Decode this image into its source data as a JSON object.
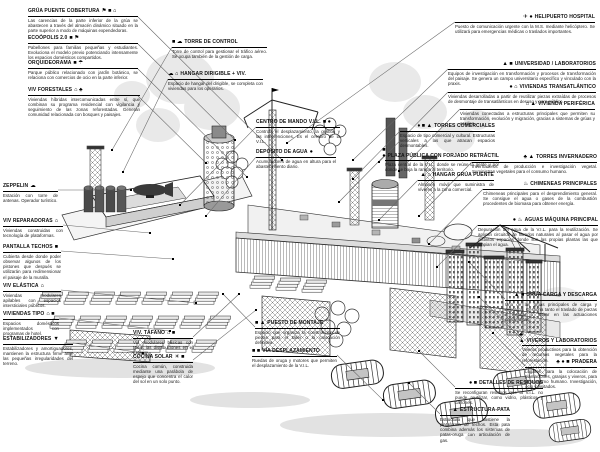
{
  "diagram": {
    "subject": "V.I.L. maquina-ciudad axonometria anotada",
    "style_colors": {
      "ink": "#000000",
      "line": "#666666",
      "paper": "#ffffff",
      "cloud": "#e9e9e9"
    }
  },
  "labels": [
    {
      "title": "GRÚA PUENTE COBERTURA",
      "icons": "⚑ ■ ⌂",
      "icons_desc": "crane-icon,box-icon,house-icon",
      "body": "Las carencias de la parte inferior de la grúa se abastecen a través del almacén dinámico situado en la parte superior a modo de máquinas expendedoras."
    },
    {
      "title": "ECOÓPOLIS 2.0",
      "icons": "■ ⚑",
      "icons_desc": "pavilion-icon,flag-icon",
      "body": "Pabellones para familias pequeñas y estudiantes. Evoluciona el modelo previo potenciando intensamente los espacios domésticos compartidos."
    },
    {
      "title": "ORQUIDEORAMA",
      "icons": "■ ☂",
      "icons_desc": "park-icon,canopy-icon",
      "body": "Parque público relacionado con jardín botánico, se relaciona con comercios de ocio en la parte inferior."
    },
    {
      "title": "VIV FORESTALES",
      "icons": "⌂ ♣",
      "icons_desc": "house-icon,tree-icon",
      "body": "Viviendas híbridas intercomunicadas entre sí, que combinan su programa residencial con vigilancia y seguimiento de las zonas reforestadas. Generan comunidad relacionada con bosques y paisajes."
    },
    {
      "title": "ZEPPELIN",
      "icons": "☁",
      "icons_desc": "airship-icon",
      "body": "Estación con torre de antenas. Operador turístico."
    },
    {
      "title": "VIV REPARADORAS",
      "icons": "⌂",
      "icons_desc": "house-icon",
      "body": "Viviendas construidas con tecnología de plataformas."
    },
    {
      "title": "PANTALLA TECHOS",
      "icons": "■",
      "icons_desc": "roof-icon",
      "body": "Cubierta desde donde poder observar algunos de los pistones que después se utilizarán para redimensionar el paisaje de la muralla."
    },
    {
      "title": "VIV ELÁSTICA",
      "icons": "⌂",
      "icons_desc": "house-icon",
      "body": "Viviendas modulares apilables con espacios intersticiales públicos."
    },
    {
      "title": "VIVIENDAS TIPO",
      "icons": "⌂ ■",
      "icons_desc": "house-icon,slab-icon",
      "body": "Espacios domésticos implementados con programas de hotel."
    },
    {
      "title": "ESTABILIZADORES",
      "icons": "▼",
      "icons_desc": "damper-icon",
      "body": "Estabilizadores y amortiguadores, mantienen la estructura firme ante las pequeñas irregularidades del terreno."
    },
    {
      "title": "TORRE DE CONTROL",
      "icons": "■ ☁",
      "icons_desc": "radar-icon,cloud-icon",
      "body": "Torre de control para gestionar el tráfico aéreo. Se ocupa también de la gestión de carga."
    },
    {
      "title": "HANGAR DIRIGIBLE + VIV.",
      "icons": "☁ ⌂",
      "icons_desc": "airship-icon,house-icon",
      "body": "Espacio de hangar del dirigible, se completa con viviendas para los operarios."
    },
    {
      "title": "CENTRO DE MANDO V.I.L.",
      "icons": "■ ●",
      "icons_desc": "computer-icon,wheel-icon",
      "body": "Controla el desplazamiento, la gestión y las intervenciones. Es el cerebro de la V.I.L."
    },
    {
      "title": "DEPÓSITO DE AGUA",
      "icons": "●",
      "icons_desc": "water-drop-icon",
      "body": "Acumuladores de agua en altura para el abastecimiento diario."
    },
    {
      "title": "HELIPUERTO HOSPITAL",
      "icons": "✈ ●",
      "icons_desc": "helicopter-icon,cross-icon",
      "body": "Puesto de comunicación urgente con la M.S. mediante helicóptero. Se utilizará para emergencias médicas o traslados importantes."
    },
    {
      "title": "UNIVERSIDAD / LABORATORIOS",
      "icons": "▲ ■",
      "icons_desc": "flask-icon,book-icon",
      "body": "Equipos de investigación en transformación y procesos de transformación del paisaje. Se genera un campo universitario específico y vinculado con la praxis."
    },
    {
      "title": "VIVIENDAS TRANSATLÁNTICO",
      "icons": "● ⌂",
      "icons_desc": "anchor-icon,house-icon",
      "body": "Viviendas desarrolladas a partir de reutilizar piezas extraídas de procesos de desmontaje de transatlánticos en desuso y para público."
    },
    {
      "title": "VIVIENDA PERIFÉRICA",
      "icons": "⌂ ▲",
      "icons_desc": "house-icon,crane-icon",
      "body": "Viviendas conectadas a estructuras principales que permiten su transformación, evolución y migración, gracias a sistemas de grúas y carriles."
    },
    {
      "title": "TORRES COMERCIALES",
      "icons": "♦ ■ ▲",
      "icons_desc": "shop-icon,tower-icon,flag-icon",
      "body": "Espacio de tipo comercial y cultural. Estructuras verticales a las que atracan espacios desmontables."
    },
    {
      "title": "PLAZA PÚBLICA CON FORJADO RETRÁCTIL",
      "icons": "■ ●",
      "icons_desc": "plaza-icon,people-icon",
      "body": "Plaza central de la V.I.L. donde se reúne la gente y por donde se baja la rampa al territorio."
    },
    {
      "title": "HANGAR GRÚA PUENTE",
      "icons": "▲ ⌂",
      "icons_desc": "crane-icon,warehouse-icon",
      "body": "Almacén móvil que suministra de víveres a la zona comercial."
    },
    {
      "title": "TORRES INVERNADERO",
      "icons": "♣ ▲",
      "icons_desc": "plant-icon,greenhouse-icon",
      "body": "Invernaderos de producción e investigación vegetal. Suministran vegetales para el consumo humano."
    },
    {
      "title": "CHIMENEAS PRINCIPALES",
      "icons": "♨",
      "icons_desc": "recycle-icon",
      "body": "Chimeneas principales para el desprendimiento general. Se consigue el agua o gases de la combustión procedentes de biomasa para obtener energía."
    },
    {
      "title": "AGUAS MÁQUINA PRINCIPAL",
      "icons": "● ♨",
      "icons_desc": "water-icon,filter-icon",
      "body": "Depuración del agua de la V.I.L. para la reutilización. Se aplican circuitos de filtrados naturales al pasar el agua por distintos espacios donde son las propias plantas las que limpian el agua."
    },
    {
      "title": "GRÚA CARGA Y DESCARGA",
      "icons": "▲ ■",
      "icons_desc": "crane-icon,container-icon",
      "body": "Una de las grúas principales de carga y descarga. Gestiona tanto el traslado de piezas a instalar o retirar en las actuaciones paisajísticas."
    },
    {
      "title": "VIVEROS Y LABORATORIOS",
      "icons": "♣ ▲",
      "icons_desc": "plant-icon,lab-icon",
      "body": "Viveros productivos para la obtención de recursos vegetales para la reforestación."
    },
    {
      "title": "PRADERA",
      "icons": "♣ ● ■",
      "icons_desc": "grass-icon,animal-icon,farm-icon",
      "body": "Lugares para la colocación de plantaciones, granjas y viveros, para el consumo humano. Investigación, ocio y visitados."
    },
    {
      "title": "DETALLES DE RESIDUOS",
      "icons": "● ■",
      "icons_desc": "recycle-icon,bin-icon",
      "body": "Se reconfiguran residuos que la V.I.L. no puede reutilizar, como vidrio, plásticos y cartones."
    },
    {
      "title": "ESTRUCTURA-PATA",
      "icons": "▲",
      "icons_desc": "leg-truss-icon",
      "body": "Estructura que sostiene la plataforma de techos. Esta pata combina además los sistemas de patas-oruga con articulación de gas."
    },
    {
      "title": "PUESTO DE MONTAJE",
      "icons": "■ ▲",
      "icons_desc": "workshop-icon,crane-icon",
      "body": "Espacio que organiza la construcción de piezas para el taller o la colocación definitiva."
    },
    {
      "title": "VÍA DESPLAZAMIENTO",
      "icons": "■ ■",
      "icons_desc": "track-icon,wheel-icon",
      "body": "Ruedas de oruga y motores que permiten el desplazamiento de la V.I.L."
    },
    {
      "title": "VIV. TÁFANO",
      "icons": "⌂ ■",
      "icons_desc": "house-icon,module-icon",
      "body": "Viv. modulares básicas con todas las distribuciones en el exterior."
    },
    {
      "title": "COCINA SOLAR",
      "icons": "☀ ■",
      "icons_desc": "sun-icon,dish-icon",
      "body": "Cocina común, construida mediante una parábola de espejo que concentra el calor del sol en un solo punto."
    }
  ]
}
